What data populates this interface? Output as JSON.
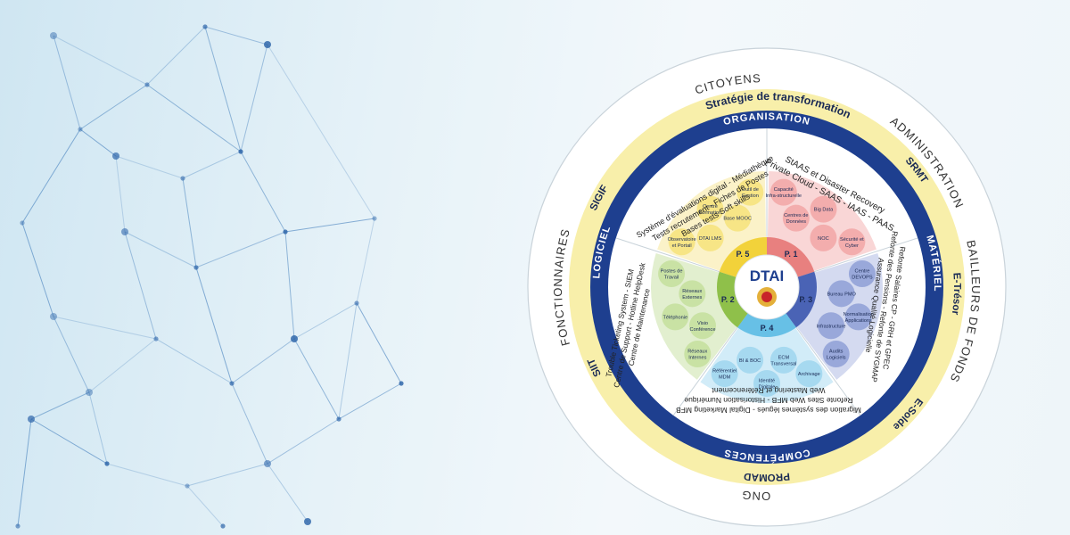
{
  "center": {
    "logo_text": "DTAI"
  },
  "outer_ring": {
    "top": "CITOYENS",
    "top_right": "ADMINISTRATION",
    "right": "BAILLEURS DE FONDS",
    "bottom": "ONG",
    "left": "FONCTIONNAIRES"
  },
  "yellow_ring": {
    "top": "Stratégie de transformation",
    "top_right": "SRMT",
    "right": "E-Trésor",
    "bottom_right": "E-Solde",
    "bottom": "PROMAD",
    "left_bottom": "SIIT",
    "left_top": "SIGIF"
  },
  "blue_ring": {
    "top": "ORGANISATION",
    "right": "MATÉRIEL",
    "bottom": "COMPÉTENCES",
    "left": "LOGICIEL"
  },
  "sectors": {
    "top_left": [
      "Système d'évaluations digital - Médiathèque",
      "Tests recrutement - Fiches de Postes",
      "Bases tests Soft skills"
    ],
    "top_right": [
      "StAAS et Disaster Recovery",
      "Private Cloud - SAAS - IAAS - PAAS"
    ],
    "right": [
      "Refonte Salaires CP - GRH et GPEC",
      "Refonte des Pensions - Refonte de SYGMAP",
      "Assurance Qualité Logicielle"
    ],
    "bottom": [
      "Migration des systèmes légués - Digital Marketing MFB",
      "Refonte Sites Web MFB - Historisation Numérique",
      "Web Mastering et Référencement"
    ],
    "left": [
      "Trouble Ticketing System - SIEM",
      "Centre de Support - Hotline HelpDesk",
      "Centre de Maintenance"
    ]
  },
  "pillars": [
    {
      "label": "P. 1",
      "color": "#e8807f"
    },
    {
      "label": "P. 3",
      "color": "#4a63b5"
    },
    {
      "label": "P. 4",
      "color": "#67c0e6"
    },
    {
      "label": "P. 2",
      "color": "#8fc04a"
    },
    {
      "label": "P. 5",
      "color": "#f2d23a"
    }
  ],
  "bubbles": {
    "p1": [
      "Capacité Infra-structurelle",
      "Centres de Données",
      "Big Data",
      "NOC",
      "Sécurité et Cyber"
    ],
    "p3": [
      "Centre DEVOPS",
      "Bureau PMO",
      "Normalisation Applications",
      "Infrastructure",
      "Audits Logiciels"
    ],
    "p4": [
      "Archivage",
      "ECM Transversal",
      "Identité Digitale",
      "BI & BOC",
      "Référentiel MDM"
    ],
    "p2": [
      "Réseaux Internes",
      "Visio Conférence",
      "Téléphonie",
      "Réseaux Externes",
      "Postes de Travail"
    ],
    "p5": [
      "Observatoire et Portail",
      "DTAI LMS",
      "Centre Formation",
      "Base MOOC",
      "Outil de Gestion"
    ]
  }
}
